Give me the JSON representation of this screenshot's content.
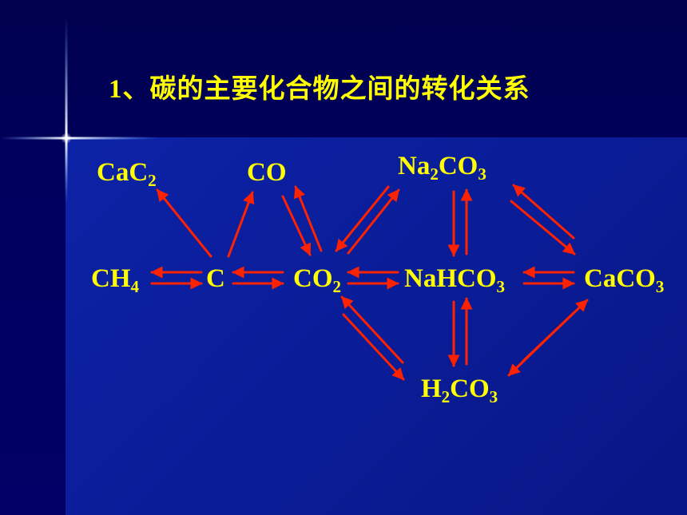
{
  "title": "1、碳的主要化合物之间的转化关系",
  "colors": {
    "text": "#ffff00",
    "arrow": "#ff2200",
    "background": "#000066",
    "panel": "#0a1c96"
  },
  "compounds": {
    "cac2": {
      "main": "CaC",
      "sub": "2"
    },
    "co": {
      "main": "CO"
    },
    "na2co3": {
      "p1": "Na",
      "s1": "2",
      "p2": "CO",
      "s2": "3"
    },
    "ch4": {
      "main": "CH",
      "sub": "4"
    },
    "c": {
      "main": "C"
    },
    "co2": {
      "main": "CO",
      "sub": "2"
    },
    "nahco3": {
      "main": "NaHCO",
      "sub": "3"
    },
    "caco3": {
      "main": "CaCO",
      "sub": "3"
    },
    "h2co3": {
      "p1": "H",
      "s1": "2",
      "p2": "CO",
      "s2": "3"
    }
  },
  "conversions": [
    {
      "from": "C",
      "to": "CaC2"
    },
    {
      "from": "C",
      "to": "CO"
    },
    {
      "from": "CO",
      "to": "CO2"
    },
    {
      "from": "CO2",
      "to": "CO"
    },
    {
      "from": "CO2",
      "to": "Na2CO3"
    },
    {
      "from": "Na2CO3",
      "to": "CO2"
    },
    {
      "from": "Na2CO3",
      "to": "NaHCO3"
    },
    {
      "from": "NaHCO3",
      "to": "Na2CO3"
    },
    {
      "from": "Na2CO3",
      "to": "CaCO3"
    },
    {
      "from": "CaCO3",
      "to": "Na2CO3"
    },
    {
      "from": "C",
      "to": "CH4"
    },
    {
      "from": "CH4",
      "to": "C"
    },
    {
      "from": "CO2",
      "to": "C"
    },
    {
      "from": "C",
      "to": "CO2"
    },
    {
      "from": "NaHCO3",
      "to": "CO2"
    },
    {
      "from": "CO2",
      "to": "NaHCO3"
    },
    {
      "from": "CaCO3",
      "to": "NaHCO3"
    },
    {
      "from": "NaHCO3",
      "to": "CaCO3"
    },
    {
      "from": "CO2",
      "to": "H2CO3"
    },
    {
      "from": "H2CO3",
      "to": "CO2"
    },
    {
      "from": "H2CO3",
      "to": "NaHCO3"
    },
    {
      "from": "NaHCO3",
      "to": "H2CO3"
    },
    {
      "from": "H2CO3",
      "to": "CaCO3"
    },
    {
      "from": "CaCO3",
      "to": "H2CO3"
    }
  ]
}
